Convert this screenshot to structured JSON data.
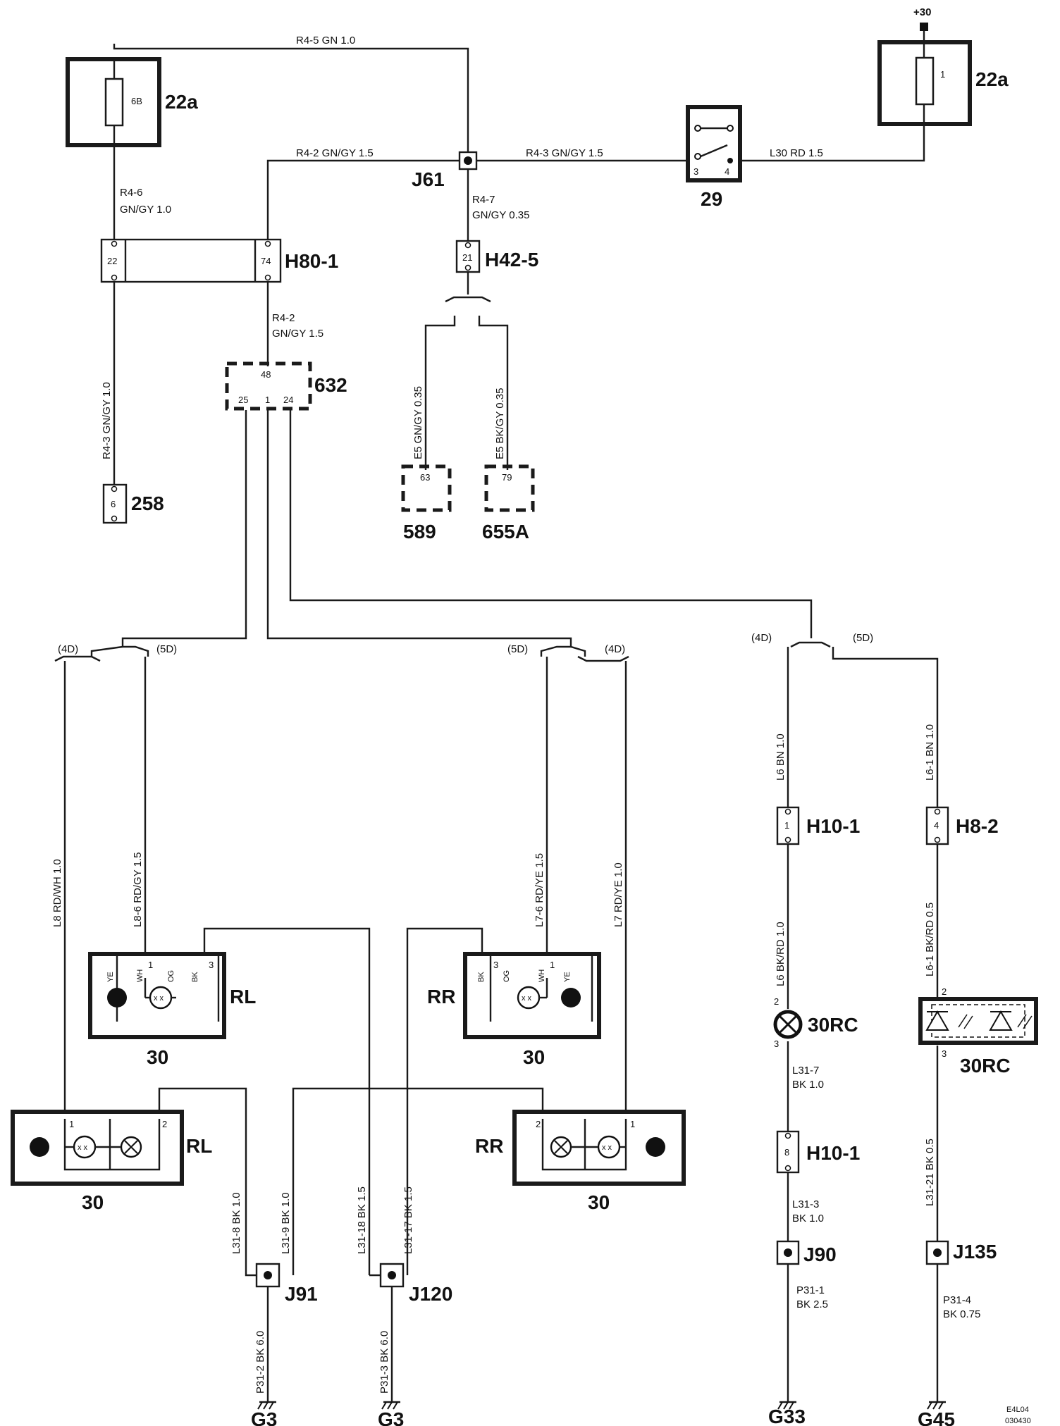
{
  "components": {
    "fuse_6b": {
      "ref": "22a",
      "pin": "6B"
    },
    "fuse_1": {
      "ref": "22a",
      "pin": "1"
    },
    "supply": {
      "label": "+30"
    },
    "splice_j61": {
      "ref": "J61"
    },
    "switch_29": {
      "ref": "29",
      "pin3": "3",
      "pin4": "4"
    },
    "conn_h80": {
      "ref": "H80-1",
      "pin_a": "22",
      "pin_b": "74"
    },
    "conn_h42": {
      "ref": "H42-5",
      "pin": "21"
    },
    "conn_258": {
      "ref": "258",
      "pin": "6"
    },
    "module_632": {
      "ref": "632",
      "pin48": "48",
      "pin25": "25",
      "pin1": "1",
      "pin24": "24"
    },
    "comp_589": {
      "ref": "589",
      "pin": "63"
    },
    "comp_655a": {
      "ref": "655A",
      "pin": "79"
    },
    "lamp_rl_upper": {
      "side": "RL",
      "ref": "30",
      "c_ye": "YE",
      "c_wh": "WH",
      "c_og": "OG",
      "c_bk": "BK",
      "p1": "1",
      "p3": "3"
    },
    "lamp_rr_upper": {
      "side": "RR",
      "ref": "30",
      "c_ye": "YE",
      "c_wh": "WH",
      "c_og": "OG",
      "c_bk": "BK",
      "p1": "1",
      "p3": "3"
    },
    "lamp_rl_lower": {
      "side": "RL",
      "ref": "30",
      "p1": "1",
      "p2": "2"
    },
    "lamp_rr_lower": {
      "side": "RR",
      "ref": "30",
      "p1": "1",
      "p2": "2"
    },
    "conn_h10_1a": {
      "ref": "H10-1",
      "pin": "1"
    },
    "conn_h10_1b": {
      "ref": "H10-1",
      "pin": "8"
    },
    "conn_h8_2": {
      "ref": "H8-2",
      "pin": "4"
    },
    "lamp_30rc": {
      "ref": "30RC",
      "p2": "2",
      "p3": "3"
    },
    "led_30rc": {
      "ref": "30RC",
      "p2": "2",
      "p3": "3"
    },
    "splice_j90": {
      "ref": "J90"
    },
    "splice_j135": {
      "ref": "J135"
    },
    "splice_j91": {
      "ref": "J91"
    },
    "splice_j120": {
      "ref": "J120"
    },
    "ground_g3a": {
      "ref": "G3"
    },
    "ground_g3b": {
      "ref": "G3"
    },
    "ground_g33": {
      "ref": "G33"
    },
    "ground_g45": {
      "ref": "G45"
    }
  },
  "variants": {
    "v4d": "(4D)",
    "v5d": "(5D)"
  },
  "wires": {
    "r45": "R4-5  GN  1.0",
    "r42_top": "R4-2  GN/GY  1.5",
    "r43_top": "R4-3  GN/GY  1.5",
    "l30": "L30   RD   1.5",
    "r46_a": "R4-6",
    "r46_b": "GN/GY  1.0",
    "r47_a": "R4-7",
    "r47_b": "GN/GY  0.35",
    "r42_mid_a": "R4-2",
    "r42_mid_b": "GN/GY  1.5",
    "r43_left": "R4-3  GN/GY  1.0",
    "e5_gngy": "E5  GN/GY  0.35",
    "e5_bkgy": "E5  BK/GY  0.35",
    "l8": "L8  RD/WH  1.0",
    "l86": "L8-6  RD/GY  1.5",
    "l76": "L7-6  RD/YE  1.5",
    "l7": "L7  RD/YE  1.0",
    "l6_top": "L6  BN  1.0",
    "l61_top": "L6-1  BN  1.0",
    "l6_mid": "L6  BK/RD  1.0",
    "l61_mid": "L6-1  BK/RD  0.5",
    "l317_a": "L31-7",
    "l317_b": "BK 1.0",
    "l313_a": "L31-3",
    "l313_b": "BK 1.0",
    "p311_a": "P31-1",
    "p311_b": "BK  2.5",
    "p314_a": "P31-4",
    "p314_b": "BK  0.75",
    "l3121": "L31-21  BK  0.5",
    "l318": "L31-8  BK  1.0",
    "l319": "L31-9  BK  1.0",
    "l3118": "L31-18  BK  1.5",
    "l3117": "L31-17  BK  1.5",
    "p312": "P31-2  BK  6.0",
    "p313": "P31-3  BK  6.0"
  },
  "footer": {
    "code": "E4L04",
    "date": "030430"
  }
}
